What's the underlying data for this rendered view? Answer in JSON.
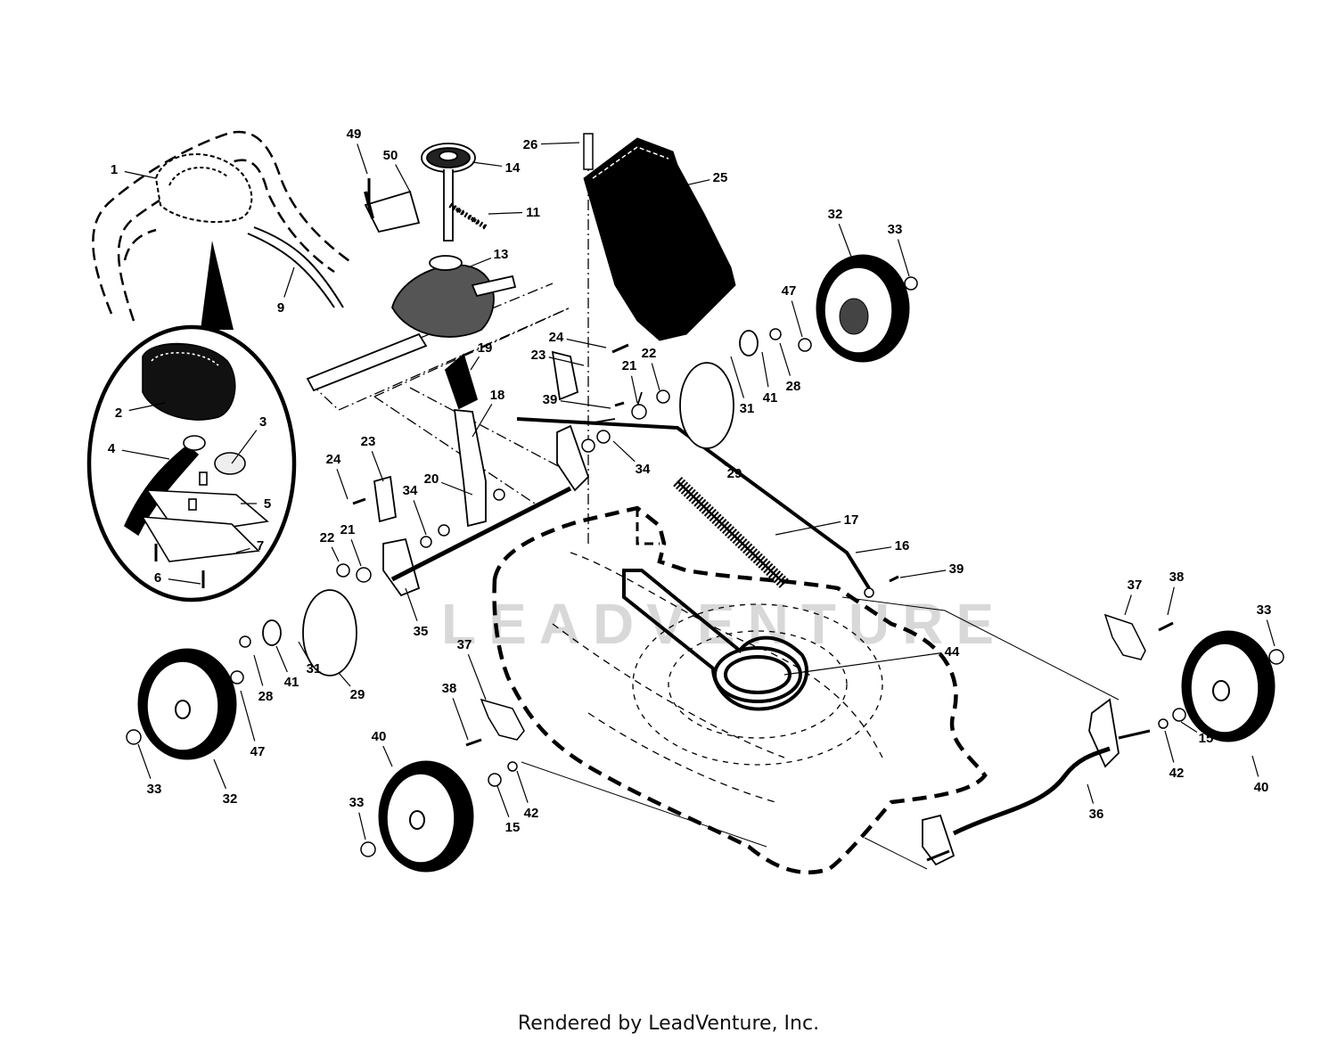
{
  "watermark": "LEADVENTURE",
  "footer": "Rendered by LeadVenture, Inc.",
  "parts": [
    {
      "id": "p1",
      "label": "1"
    },
    {
      "id": "p2",
      "label": "2"
    },
    {
      "id": "p3",
      "label": "3"
    },
    {
      "id": "p4",
      "label": "4"
    },
    {
      "id": "p5",
      "label": "5"
    },
    {
      "id": "p6",
      "label": "6"
    },
    {
      "id": "p7",
      "label": "7"
    },
    {
      "id": "p9",
      "label": "9"
    },
    {
      "id": "p11",
      "label": "11"
    },
    {
      "id": "p13",
      "label": "13"
    },
    {
      "id": "p14",
      "label": "14"
    },
    {
      "id": "p15a",
      "label": "15"
    },
    {
      "id": "p15b",
      "label": "15"
    },
    {
      "id": "p16",
      "label": "16"
    },
    {
      "id": "p17",
      "label": "17"
    },
    {
      "id": "p18",
      "label": "18"
    },
    {
      "id": "p19",
      "label": "19"
    },
    {
      "id": "p20",
      "label": "20"
    },
    {
      "id": "p21a",
      "label": "21"
    },
    {
      "id": "p21b",
      "label": "21"
    },
    {
      "id": "p22a",
      "label": "22"
    },
    {
      "id": "p22b",
      "label": "22"
    },
    {
      "id": "p23a",
      "label": "23"
    },
    {
      "id": "p23b",
      "label": "23"
    },
    {
      "id": "p24a",
      "label": "24"
    },
    {
      "id": "p24b",
      "label": "24"
    },
    {
      "id": "p25",
      "label": "25"
    },
    {
      "id": "p26",
      "label": "26"
    },
    {
      "id": "p28a",
      "label": "28"
    },
    {
      "id": "p28b",
      "label": "28"
    },
    {
      "id": "p29a",
      "label": "29"
    },
    {
      "id": "p29b",
      "label": "29"
    },
    {
      "id": "p31a",
      "label": "31"
    },
    {
      "id": "p31b",
      "label": "31"
    },
    {
      "id": "p32a",
      "label": "32"
    },
    {
      "id": "p32b",
      "label": "32"
    },
    {
      "id": "p33a",
      "label": "33"
    },
    {
      "id": "p33b",
      "label": "33"
    },
    {
      "id": "p33c",
      "label": "33"
    },
    {
      "id": "p33d",
      "label": "33"
    },
    {
      "id": "p34a",
      "label": "34"
    },
    {
      "id": "p34b",
      "label": "34"
    },
    {
      "id": "p35",
      "label": "35"
    },
    {
      "id": "p36",
      "label": "36"
    },
    {
      "id": "p37a",
      "label": "37"
    },
    {
      "id": "p37b",
      "label": "37"
    },
    {
      "id": "p38a",
      "label": "38"
    },
    {
      "id": "p38b",
      "label": "38"
    },
    {
      "id": "p39a",
      "label": "39"
    },
    {
      "id": "p39b",
      "label": "39"
    },
    {
      "id": "p40a",
      "label": "40"
    },
    {
      "id": "p40b",
      "label": "40"
    },
    {
      "id": "p41a",
      "label": "41"
    },
    {
      "id": "p41b",
      "label": "41"
    },
    {
      "id": "p42a",
      "label": "42"
    },
    {
      "id": "p42b",
      "label": "42"
    },
    {
      "id": "p44",
      "label": "44"
    },
    {
      "id": "p47a",
      "label": "47"
    },
    {
      "id": "p47b",
      "label": "47"
    },
    {
      "id": "p49",
      "label": "49"
    },
    {
      "id": "p50",
      "label": "50"
    }
  ]
}
